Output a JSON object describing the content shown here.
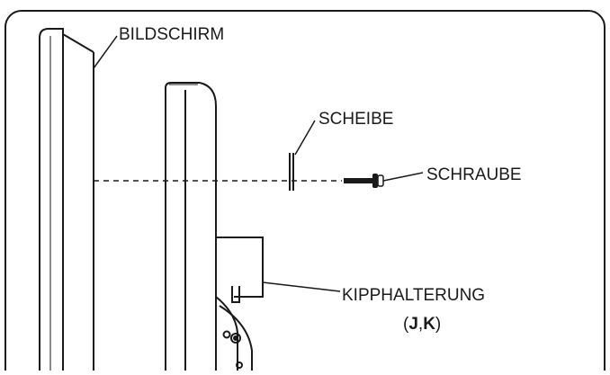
{
  "labels": {
    "screen": "BILDSCHIRM",
    "washer": "SCHEIBE",
    "screw": "SCHRAUBE",
    "tilt_bracket": "KIPPHALTERUNG",
    "parts_open": "(",
    "part_j": "J",
    "parts_sep": ",",
    "part_k": "K",
    "parts_close": ")"
  },
  "colors": {
    "line": "#1a1a1a",
    "background": "#ffffff"
  }
}
